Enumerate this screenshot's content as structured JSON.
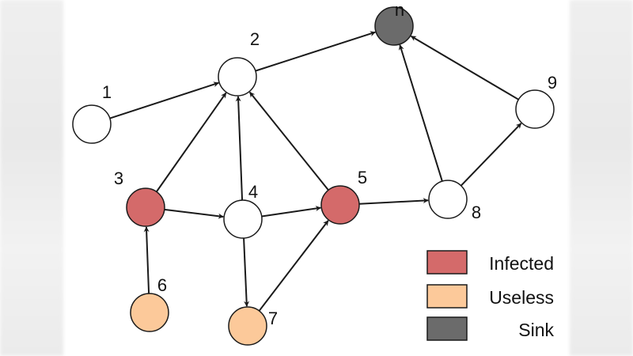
{
  "diagram": {
    "nodes": [
      {
        "id": "n",
        "label": "n",
        "type": "sink"
      },
      {
        "id": "2",
        "label": "2",
        "type": "normal"
      },
      {
        "id": "1",
        "label": "1",
        "type": "normal"
      },
      {
        "id": "9",
        "label": "9",
        "type": "normal"
      },
      {
        "id": "3",
        "label": "3",
        "type": "infected"
      },
      {
        "id": "4",
        "label": "4",
        "type": "normal"
      },
      {
        "id": "5",
        "label": "5",
        "type": "infected"
      },
      {
        "id": "8",
        "label": "8",
        "type": "normal"
      },
      {
        "id": "6",
        "label": "6",
        "type": "useless"
      },
      {
        "id": "7",
        "label": "7",
        "type": "useless"
      }
    ],
    "edges": [
      {
        "from": "1",
        "to": "2"
      },
      {
        "from": "2",
        "to": "n"
      },
      {
        "from": "3",
        "to": "2"
      },
      {
        "from": "4",
        "to": "2"
      },
      {
        "from": "5",
        "to": "2"
      },
      {
        "from": "3",
        "to": "4"
      },
      {
        "from": "4",
        "to": "5"
      },
      {
        "from": "4",
        "to": "7"
      },
      {
        "from": "7",
        "to": "5"
      },
      {
        "from": "6",
        "to": "3"
      },
      {
        "from": "5",
        "to": "8"
      },
      {
        "from": "8",
        "to": "n"
      },
      {
        "from": "8",
        "to": "9"
      },
      {
        "from": "9",
        "to": "n"
      }
    ]
  },
  "legend": [
    {
      "type": "infected",
      "label": "Infected"
    },
    {
      "type": "useless",
      "label": "Useless"
    },
    {
      "type": "sink",
      "label": "Sink"
    }
  ],
  "colors": {
    "normal": "#ffffff",
    "infected": "#d46a6a",
    "useless": "#fcc99a",
    "sink": "#6b6b6b",
    "stroke": "#1a1a1a"
  }
}
